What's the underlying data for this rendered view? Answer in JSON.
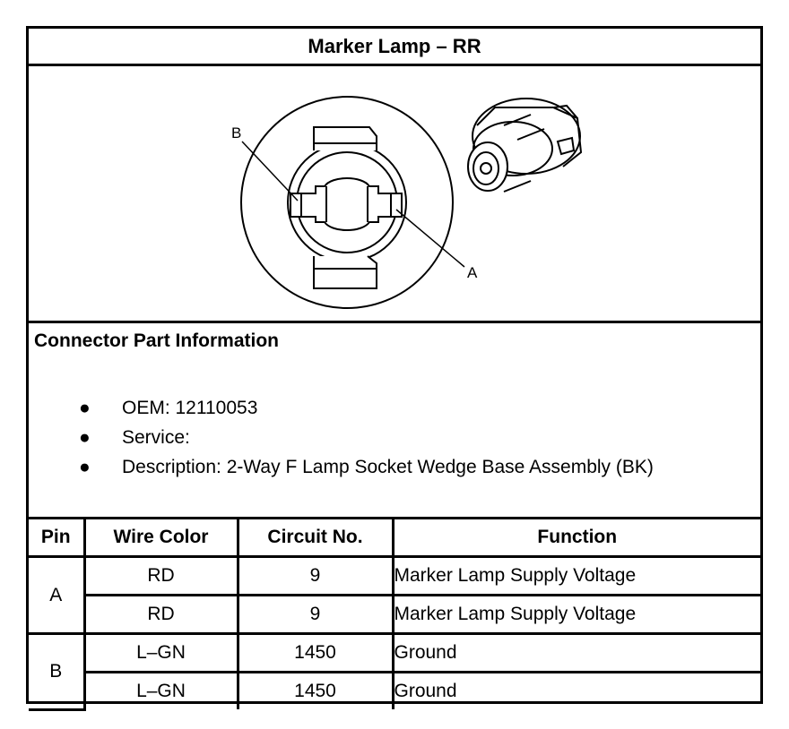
{
  "title": "Marker Lamp – RR",
  "diagram": {
    "callout_b": "B",
    "callout_a": "A"
  },
  "connector_info": {
    "heading": "Connector Part Information",
    "items": [
      "OEM: 12110053",
      "Service:",
      "Description: 2-Way F Lamp Socket Wedge Base Assembly (BK)"
    ]
  },
  "table": {
    "headers": [
      "Pin",
      "Wire Color",
      "Circuit No.",
      "Function"
    ],
    "groups": [
      {
        "pin": "A",
        "rows": [
          {
            "wire_color": "RD",
            "circuit": "9",
            "function": "Marker Lamp Supply Voltage"
          },
          {
            "wire_color": "RD",
            "circuit": "9",
            "function": "Marker Lamp Supply Voltage"
          }
        ]
      },
      {
        "pin": "B",
        "rows": [
          {
            "wire_color": "L–GN",
            "circuit": "1450",
            "function": "Ground"
          },
          {
            "wire_color": "L–GN",
            "circuit": "1450",
            "function": "Ground"
          }
        ]
      }
    ]
  }
}
